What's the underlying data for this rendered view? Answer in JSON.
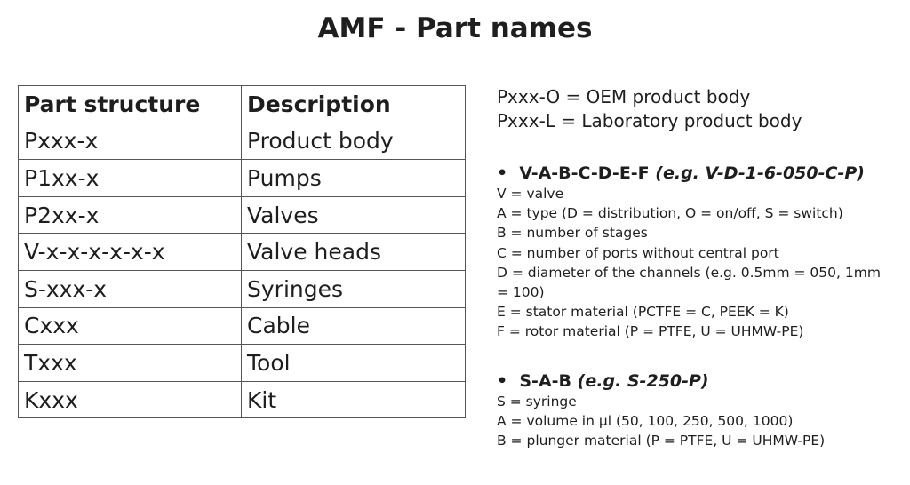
{
  "title": "AMF - Part names",
  "table": {
    "headers": [
      "Part structure",
      "Description"
    ],
    "rows": [
      [
        "Pxxx-x",
        "Product body"
      ],
      [
        "P1xx-x",
        "Pumps"
      ],
      [
        "P2xx-x",
        "Valves"
      ],
      [
        "V-x-x-x-x-x-x",
        "Valve heads"
      ],
      [
        "S-xxx-x",
        "Syringes"
      ],
      [
        "Cxxx",
        "Cable"
      ],
      [
        "Txxx",
        "Tool"
      ],
      [
        "Kxxx",
        "Kit"
      ]
    ]
  },
  "notes": [
    "Pxxx-O = OEM product body",
    "Pxxx-L = Laboratory product body"
  ],
  "valve": {
    "heading": "V-A-B-C-D-E-F",
    "example": "(e.g. V-D-1-6-050-C-P)",
    "lines": [
      "V = valve",
      "A = type (D = distribution, O = on/off, S = switch)",
      "B = number of stages",
      "C = number of ports without central port",
      "D = diameter of the channels (e.g. 0.5mm = 050, 1mm",
      "= 100)",
      "E = stator material (PCTFE = C, PEEK = K)",
      "F = rotor material (P = PTFE, U = UHMW-PE)"
    ]
  },
  "syringe": {
    "heading": "S-A-B",
    "example": "(e.g. S-250-P)",
    "lines": [
      "S = syringe",
      "A = volume in µl (50, 100, 250, 500, 1000)",
      "B = plunger material (P = PTFE, U = UHMW-PE)"
    ]
  }
}
